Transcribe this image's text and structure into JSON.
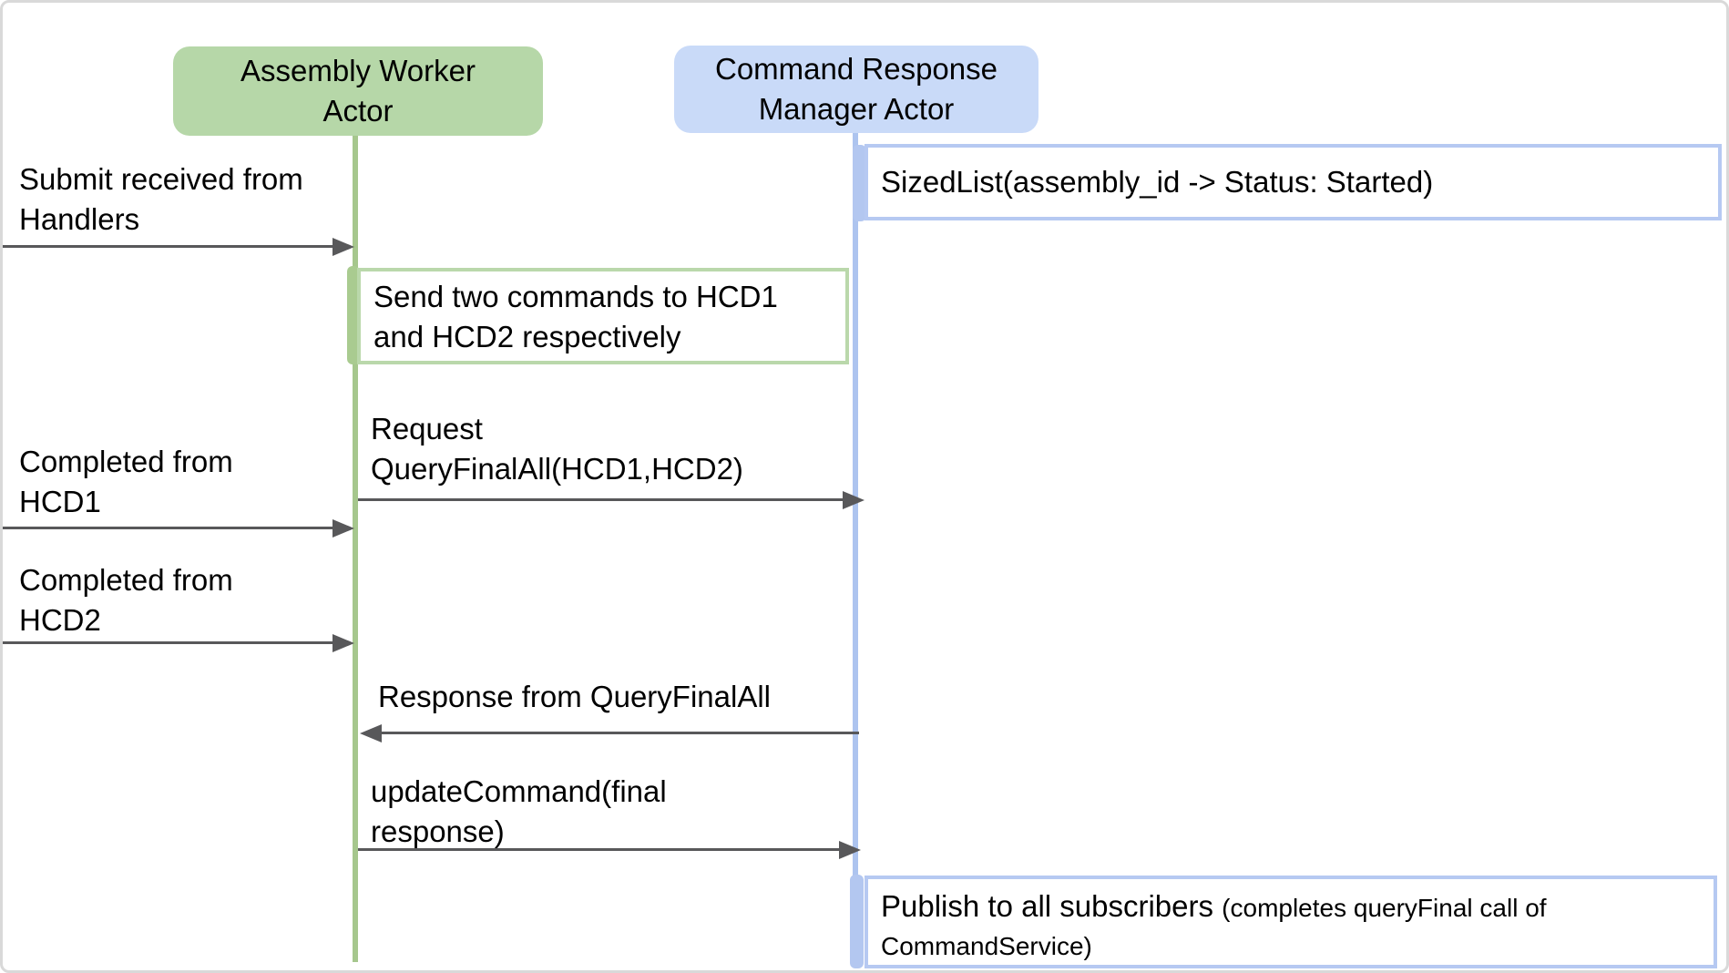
{
  "actors": {
    "worker": {
      "line1": "Assembly Worker",
      "line2": "Actor"
    },
    "manager": {
      "line1": "Command Response",
      "line2": "Manager Actor"
    }
  },
  "notes": {
    "sizedlist": {
      "text": "SizedList(assembly_id -> Status: Started)"
    },
    "send": {
      "line1": "Send two commands to HCD1",
      "line2": "and HCD2 respectively"
    },
    "publish": {
      "main": "Publish to all subscribers",
      "small1": "(completes queryFinal call of",
      "small2": "CommandService)"
    }
  },
  "messages": {
    "submit": {
      "line1": "Submit received from",
      "line2": "Handlers"
    },
    "hcd1": {
      "line1": "Completed from",
      "line2": "HCD1"
    },
    "hcd2": {
      "line1": "Completed from",
      "line2": "HCD2"
    },
    "request": {
      "line1": "Request",
      "line2": "QueryFinalAll(HCD1,HCD2)"
    },
    "response": {
      "text": "Response from QueryFinalAll"
    },
    "update": {
      "line1": "updateCommand(final",
      "line2": "response)"
    }
  },
  "colors": {
    "actor_green": "#b6d7a8",
    "actor_blue": "#c9daf8",
    "lifeline_green": "#a6c78d",
    "lifeline_blue": "#adc4ef",
    "activation_green": "#a9cb90",
    "activation_blue": "#b3c7f0",
    "note_border_green": "#bad8ab",
    "note_border_blue": "#b6c9f2",
    "arrow": "#58585a",
    "frame_border": "#d9d9d9"
  }
}
